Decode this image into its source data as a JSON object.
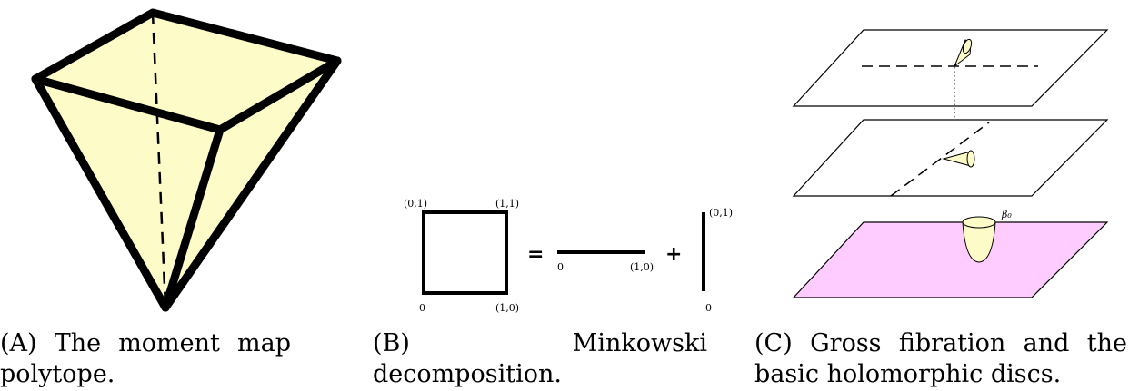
{
  "panel_a": {
    "caption_tag": "(A)",
    "caption_text": "The moment map polytope.",
    "fill_color": "#fdfbc7"
  },
  "panel_b": {
    "caption_tag": "(B)",
    "caption_text": "Minkowski decomposition.",
    "square_labels": {
      "bottom_left": "0",
      "bottom_right": "(1,0)",
      "top_left": "(0,1)",
      "top_right": "(1,1)"
    },
    "equals": "=",
    "plus": "+",
    "horizontal_labels": {
      "start": "0",
      "end": "(1,0)"
    },
    "vertical_labels": {
      "start": "0",
      "end": "(0,1)"
    }
  },
  "panel_c": {
    "caption_tag": "(C)",
    "caption_text": "Gross fibration and the basic holomorphic discs.",
    "beta_label": "β₀",
    "plane_fill_color": "#ffccff",
    "disc_fill_color": "#fdfbc7"
  }
}
